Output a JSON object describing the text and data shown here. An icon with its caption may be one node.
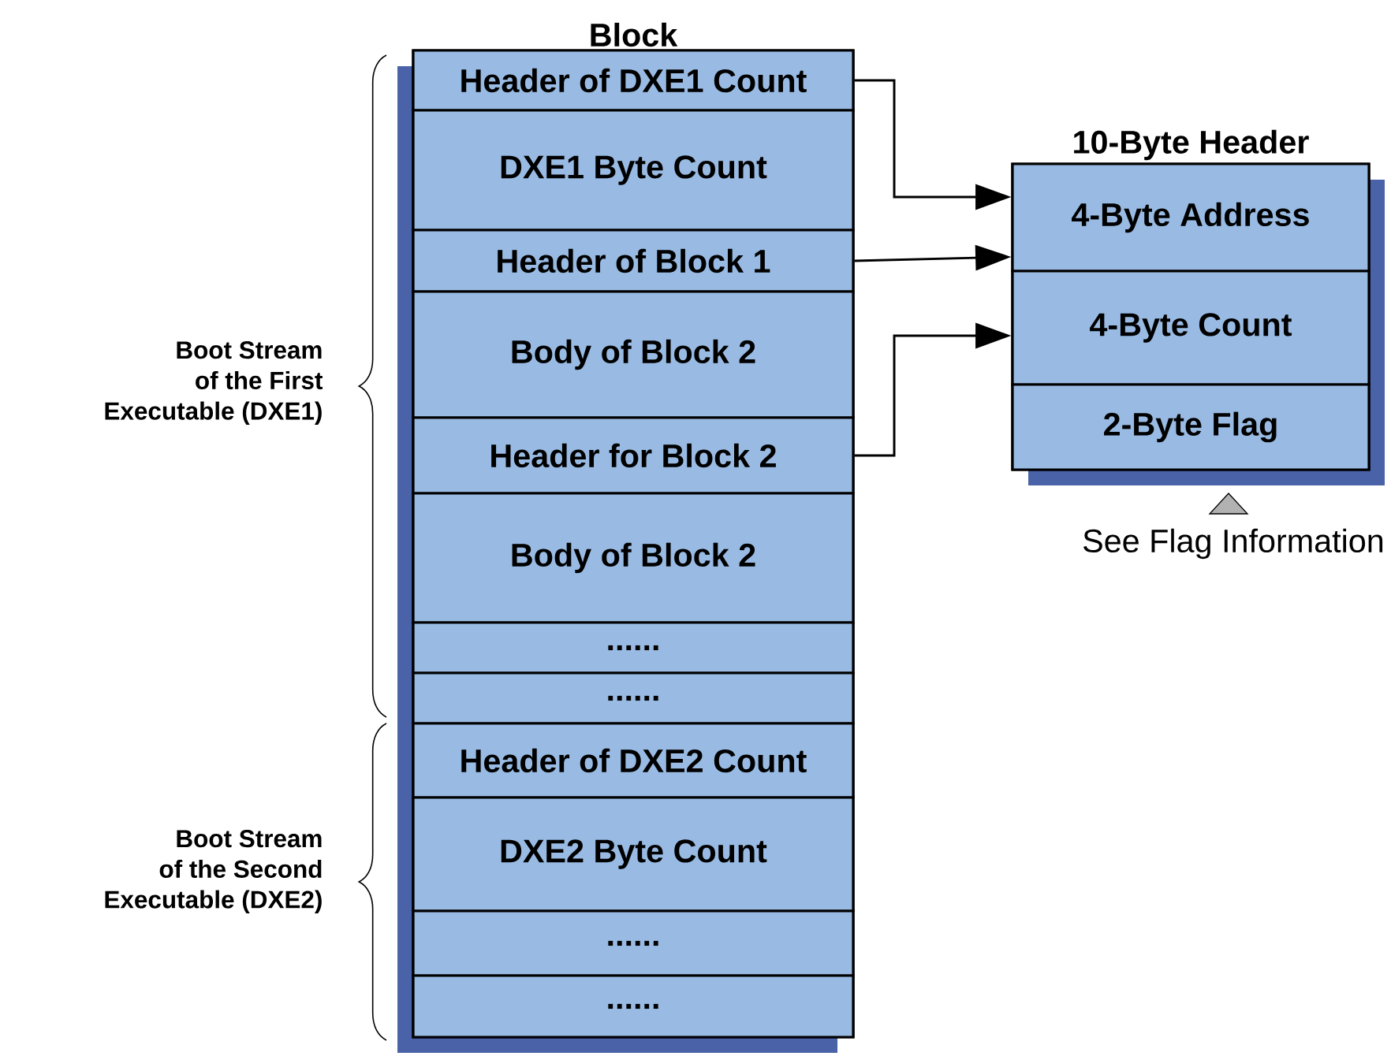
{
  "diagram": {
    "nodes": [
      {
        "text": [
          "Block"
        ]
      },
      {
        "text": [
          "Header of DXE1 Count"
        ],
        "in": 0
      },
      {
        "text": [
          "DXE1 Byte Count"
        ],
        "in": 0
      },
      {
        "text": [
          "Header of Block 1"
        ],
        "in": 0
      },
      {
        "text": [
          "Body of Block 2"
        ],
        "in": 0
      },
      {
        "text": [
          "Header for Block 2"
        ],
        "in": 0
      },
      {
        "text": [
          "Body of Block 2"
        ],
        "in": 0
      },
      {
        "text": [
          "......"
        ],
        "in": 0
      },
      {
        "text": [
          "......"
        ],
        "in": 0
      },
      {
        "text": [
          "Header of DXE2 Count"
        ],
        "in": 0
      },
      {
        "text": [
          "DXE2 Byte Count"
        ],
        "in": 0
      },
      {
        "text": [
          "......"
        ],
        "in": 0
      },
      {
        "text": [
          "......"
        ],
        "in": 0
      },
      {
        "text": [
          "10-Byte Header"
        ]
      },
      {
        "text": [
          "4-Byte Address"
        ],
        "in": 13
      },
      {
        "text": [
          "4-Byte Count"
        ],
        "in": 13
      },
      {
        "text": [
          "2-Byte Flag"
        ],
        "in": 13
      }
    ],
    "edges": [
      {
        "from": 1,
        "to": 14,
        "arrow": "to"
      },
      {
        "from": 3,
        "to": 14,
        "arrow": "to"
      },
      {
        "from": 5,
        "to": 15,
        "arrow": "to"
      }
    ],
    "labels": [
      "Boot Stream of the First Executable (DXE1)",
      "Boot Stream of the Second Executable (DXE2)",
      "See Flag Information"
    ]
  }
}
